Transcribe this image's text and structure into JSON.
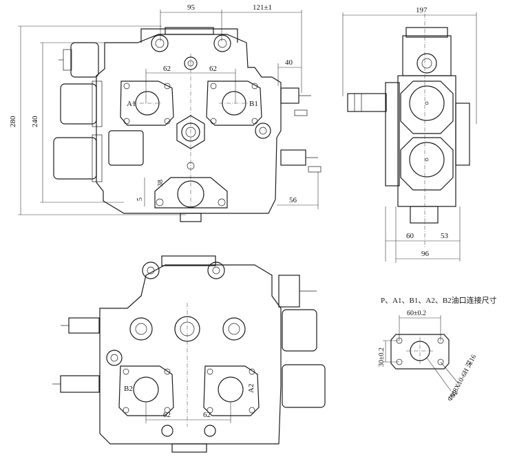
{
  "labels": {
    "dim_95": "95",
    "dim_121": "121±1",
    "dim_197": "197",
    "dim_62_a": "62",
    "dim_62_b": "62",
    "dim_40": "40",
    "dim_280": "280",
    "dim_240": "240",
    "dim_38": "38",
    "dim_5": "5",
    "dim_56": "56",
    "dim_60": "60",
    "dim_53": "53",
    "dim_96": "96",
    "dim_62_c": "62",
    "dim_62_d": "62",
    "port_a1": "A1",
    "port_b1": "B1",
    "port_b2": "B2",
    "port_a2": "A2",
    "flange_title": "P、A1、B1、A2、B2油口连接尺寸",
    "flange_60": "60±0.2",
    "flange_30": "30±0.2",
    "flange_thread": "M8X10-6H 深16",
    "flange_dia": "Φ32"
  }
}
